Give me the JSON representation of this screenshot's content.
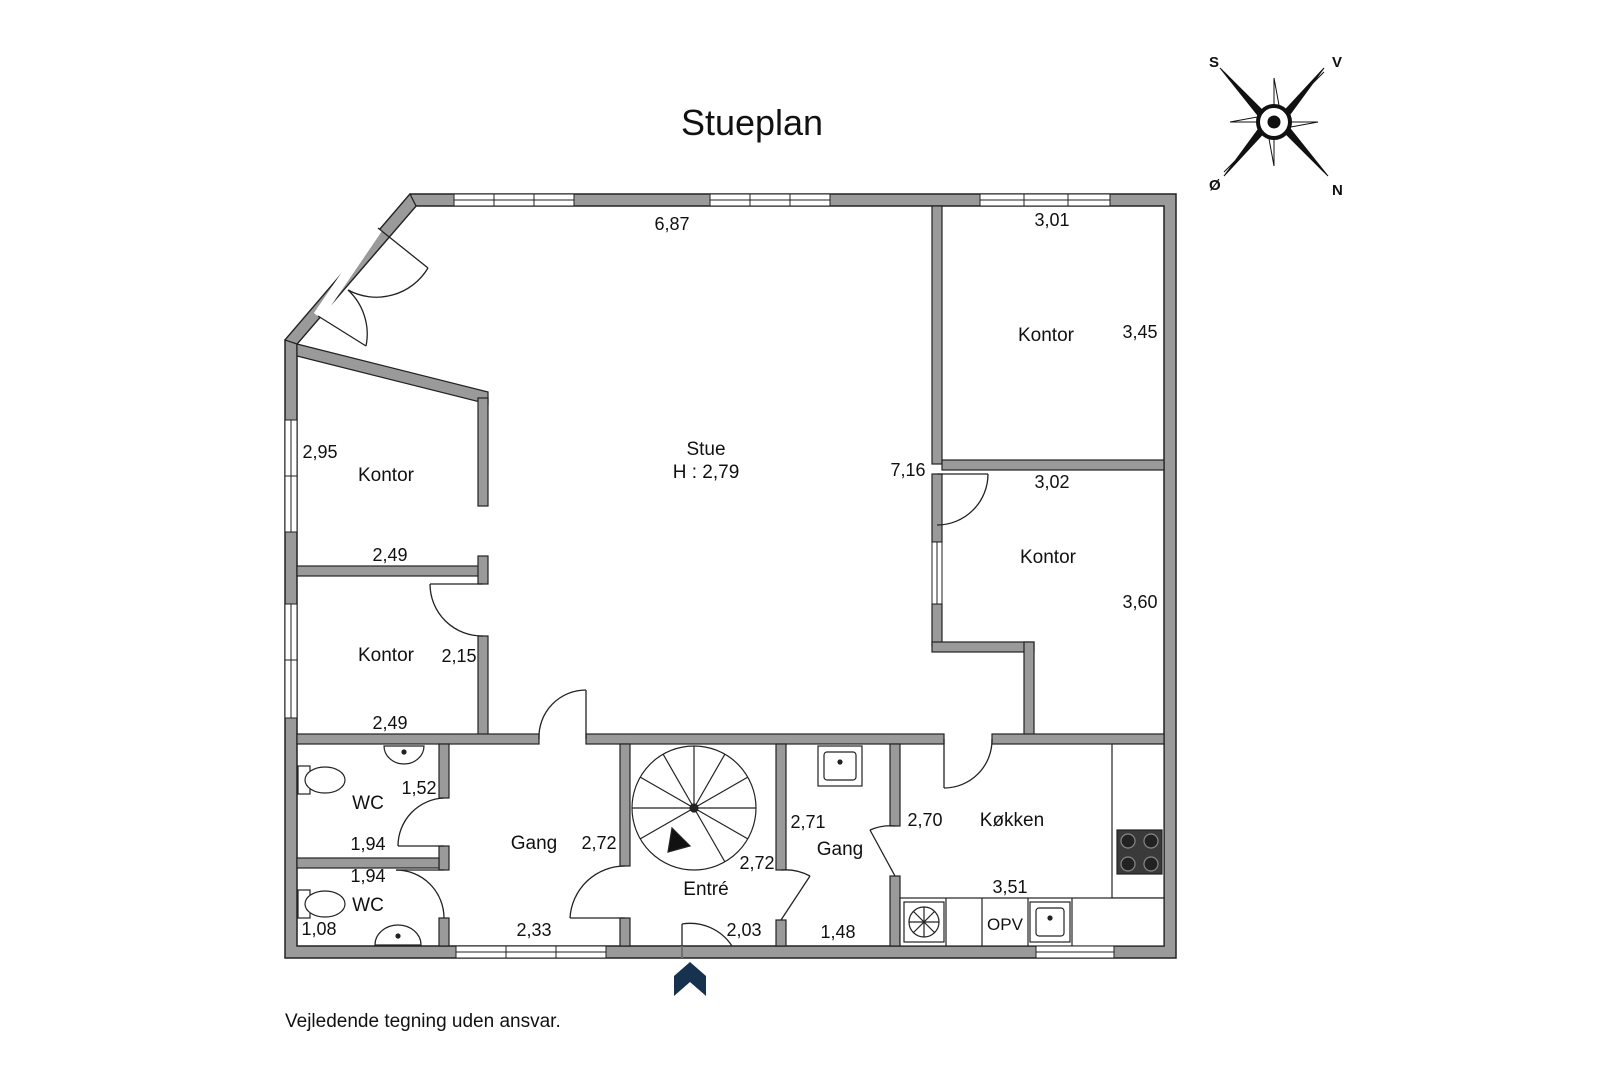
{
  "title": "Stueplan",
  "disclaimer": "Vejledende tegning uden ansvar.",
  "compass": {
    "s": "S",
    "v": "V",
    "o": "Ø",
    "n": "N"
  },
  "rooms": {
    "stue": {
      "name": "Stue",
      "height": "H : 2,79"
    },
    "kontor_tr": {
      "name": "Kontor",
      "w": "3,01",
      "h": "3,45"
    },
    "kontor_mr": {
      "name": "Kontor",
      "w": "3,02",
      "h": "3,60"
    },
    "kontor_tl": {
      "name": "Kontor",
      "h": "2,95",
      "w": "2,49"
    },
    "kontor_bl": {
      "name": "Kontor",
      "h": "2,15",
      "w": "2,49"
    },
    "wc1": {
      "name": "WC",
      "h": "1,52",
      "w": "1,94"
    },
    "wc2": {
      "name": "WC",
      "w": "1,94",
      "h": "1,08"
    },
    "gang1": {
      "name": "Gang",
      "h": "2,72",
      "w": "2,33"
    },
    "entre": {
      "name": "Entré",
      "h": "2,72",
      "w": "2,03"
    },
    "gang2": {
      "name": "Gang",
      "h": "2,71",
      "w": "1,48"
    },
    "kokken": {
      "name": "Køkken",
      "h": "2,70",
      "w": "3,51"
    }
  },
  "stue_dims": {
    "top": "6,87",
    "right": "7,16"
  },
  "opv": "OPV",
  "colors": {
    "wall": "#7a7a7a",
    "wc_fill": "#a9c7ff",
    "line": "#222222",
    "entrance_arrow": "#16324f"
  }
}
